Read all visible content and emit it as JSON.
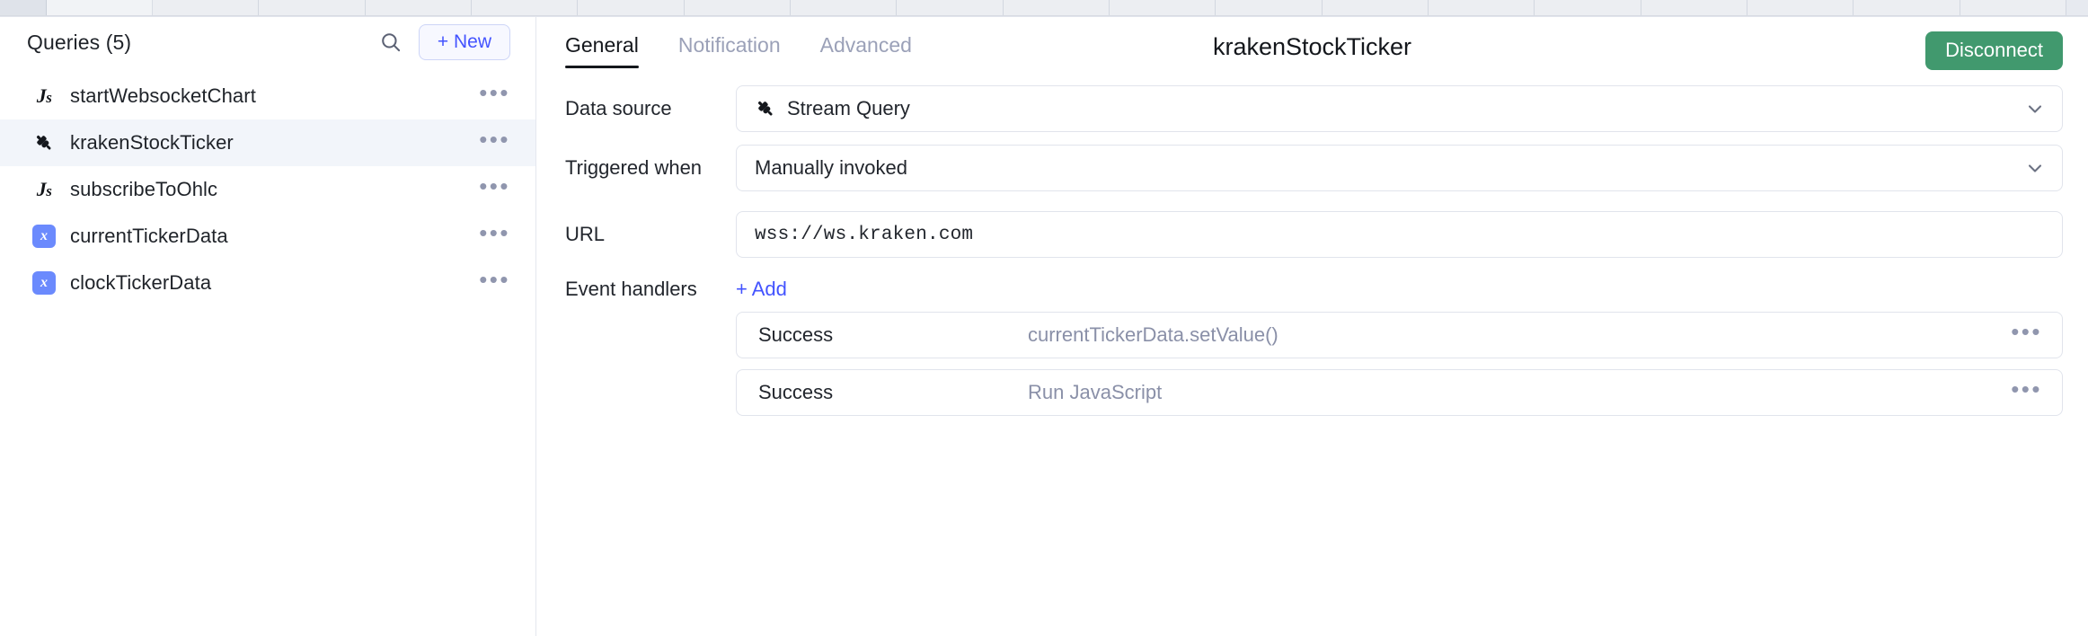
{
  "background_sheet": {
    "visible": true,
    "column_count": 18
  },
  "sidebar": {
    "title": "Queries (5)",
    "search_icon": "search-icon",
    "new_button_label": "+ New",
    "row_menu_glyph": "•••",
    "items": [
      {
        "label": "startWebsocketChart",
        "icon": "js-icon",
        "selected": false
      },
      {
        "label": "krakenStockTicker",
        "icon": "plug-icon",
        "selected": true
      },
      {
        "label": "subscribeToOhlc",
        "icon": "js-icon",
        "selected": false
      },
      {
        "label": "currentTickerData",
        "icon": "x-icon",
        "selected": false
      },
      {
        "label": "clockTickerData",
        "icon": "x-icon",
        "selected": false
      }
    ]
  },
  "content": {
    "tabs": [
      {
        "label": "General",
        "active": true
      },
      {
        "label": "Notification",
        "active": false
      },
      {
        "label": "Advanced",
        "active": false
      }
    ],
    "panel_title": "krakenStockTicker",
    "disconnect_label": "Disconnect",
    "fields": {
      "data_source": {
        "label": "Data source",
        "value": "Stream Query",
        "lead_icon": "plug-icon",
        "chevron": "chevron-down-icon"
      },
      "triggered_when": {
        "label": "Triggered when",
        "value": "Manually invoked",
        "chevron": "chevron-down-icon"
      },
      "url": {
        "label": "URL",
        "value": "wss://ws.kraken.com"
      }
    },
    "event_handlers": {
      "label": "Event handlers",
      "add_label": "+ Add",
      "row_menu_glyph": "•••",
      "rows": [
        {
          "event": "Success",
          "action": "currentTickerData.setValue()"
        },
        {
          "event": "Success",
          "action": "Run JavaScript"
        }
      ]
    }
  },
  "colors": {
    "accent_blue": "#4353ff",
    "disconnect_green": "#41996e",
    "x_icon_blue": "#6b8afd",
    "selected_row": "#f2f5fa",
    "muted_text": "#8a90a8",
    "border": "#e1e4ec"
  }
}
